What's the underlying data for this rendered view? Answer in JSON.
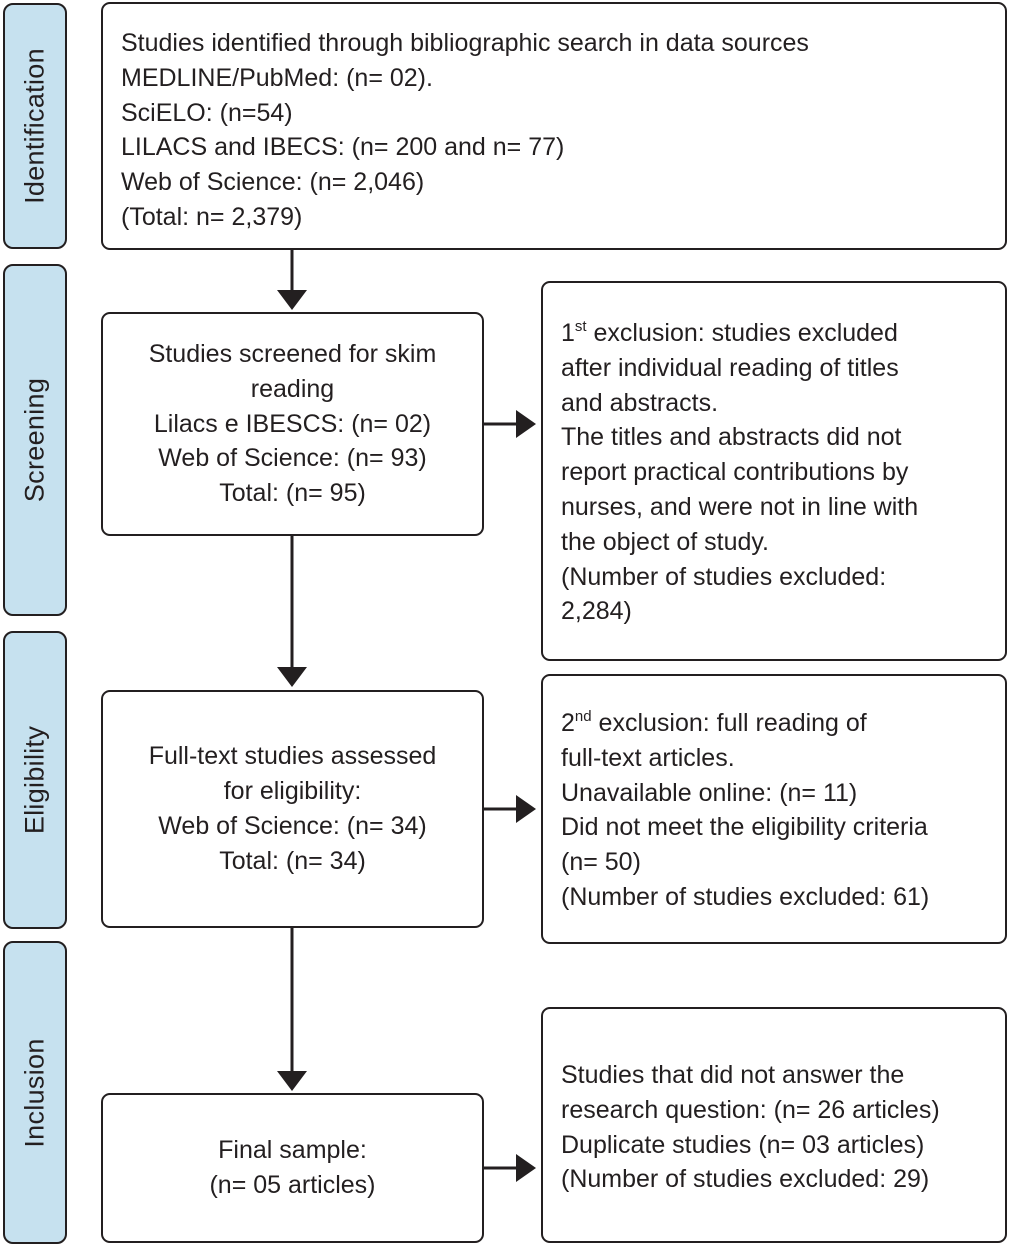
{
  "phases": {
    "identification": "Identification",
    "screening": "Screening",
    "eligibility": "Eligibility",
    "inclusion": "Inclusion"
  },
  "identification_box": {
    "line1": "Studies identified through bibliographic search in data sources",
    "line2": "MEDLINE/PubMed: (n= 02).",
    "line3": "SciELO: (n=54)",
    "line4": "LILACS and IBECS: (n= 200 and n= 77)",
    "line5": "Web of Science: (n= 2,046)",
    "line6": "(Total: n= 2,379)"
  },
  "screening_box": {
    "line1": "Studies screened for skim",
    "line2": "reading",
    "line3": "Lilacs e IBESCS: (n= 02)",
    "line4": "Web of Science: (n= 93)",
    "line5": "Total: (n= 95)"
  },
  "exclusion1_box": {
    "ordinal_num": "1",
    "ordinal_sup": "st",
    "line1_rest": " exclusion: studies excluded",
    "line2": "after individual reading of titles",
    "line3": "and abstracts.",
    "line4": "The titles and abstracts did not",
    "line5": "report practical contributions by",
    "line6": "nurses, and were not in line with",
    "line7": "the object of study.",
    "line8": "(Number of studies excluded:",
    "line9": "2,284)"
  },
  "eligibility_box": {
    "line1": "Full-text studies assessed",
    "line2": "for eligibility:",
    "line3": "Web of Science: (n= 34)",
    "line4": "Total: (n= 34)"
  },
  "exclusion2_box": {
    "ordinal_num": "2",
    "ordinal_sup": "nd",
    "line1_rest": " exclusion: full reading of",
    "line2": "full-text articles.",
    "line3": "Unavailable online: (n= 11)",
    "line4": "Did not meet the eligibility criteria",
    "line5": "(n= 50)",
    "line6": "(Number of studies excluded: 61)"
  },
  "final_box": {
    "line1": "Final sample:",
    "line2": "(n= 05 articles)"
  },
  "exclusion3_box": {
    "line1": "Studies that did not answer the",
    "line2": "research question: (n= 26 articles)",
    "line3": "Duplicate studies (n= 03 articles)",
    "line4": "(Number of studies excluded: 29)"
  },
  "colors": {
    "phase_fill": "#c6e1ef",
    "stroke": "#231f20"
  }
}
